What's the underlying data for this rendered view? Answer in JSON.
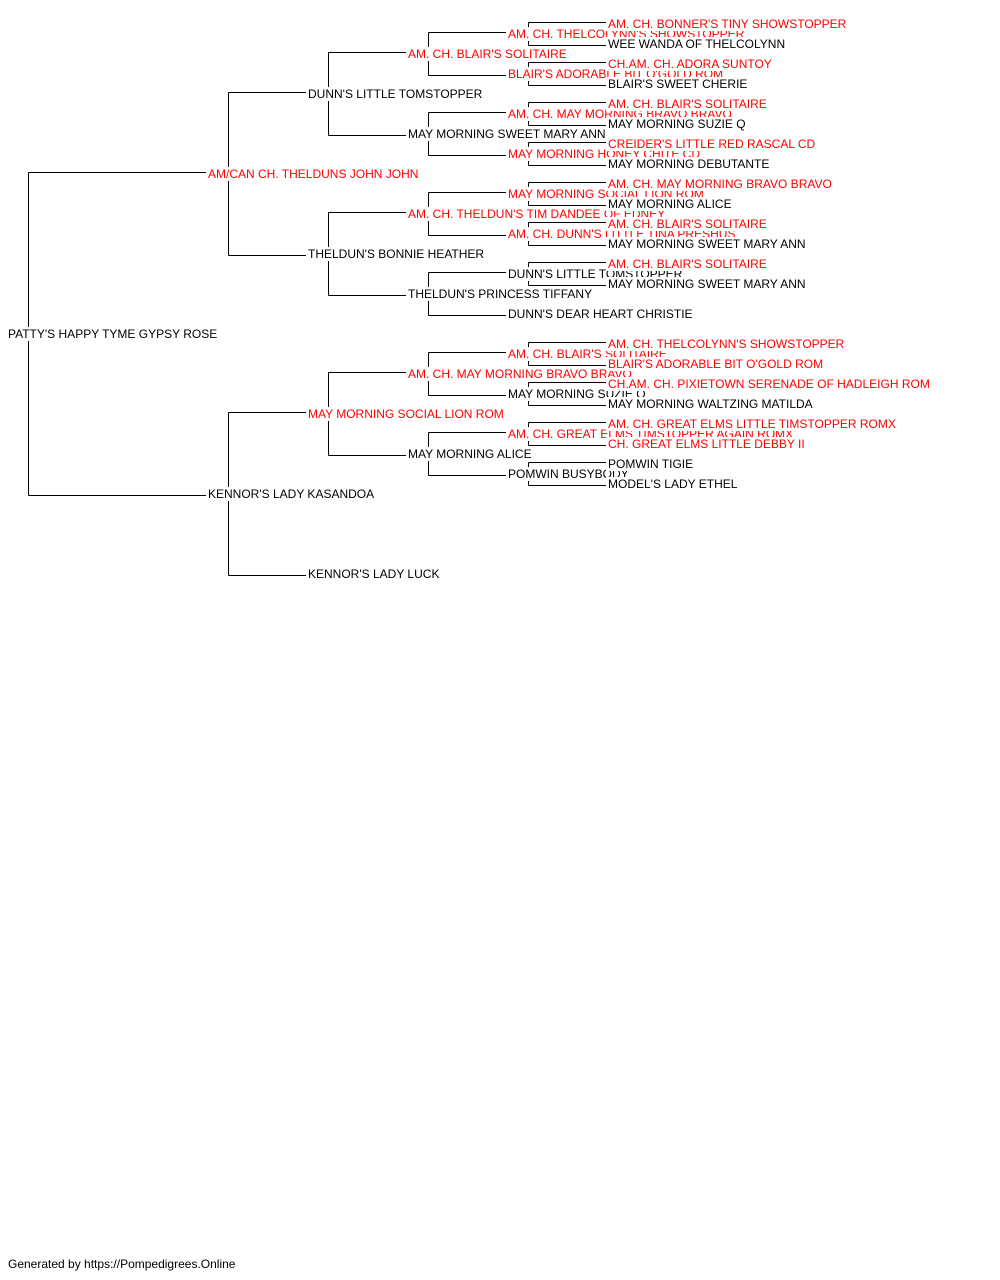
{
  "colors": {
    "champion": "#ff0000",
    "regular": "#000000",
    "line": "#000000"
  },
  "pedigree": {
    "name": "PATTY'S HAPPY TYME GYPSY ROSE",
    "champion": false,
    "sire": {
      "name": "AM/CAN CH. THELDUNS JOHN JOHN",
      "champion": true,
      "sire": {
        "name": "DUNN'S LITTLE TOMSTOPPER",
        "champion": false,
        "sire": {
          "name": "AM. CH. BLAIR'S SOLITAIRE",
          "champion": true,
          "sire": {
            "name": "AM. CH. THELCOLYNN'S SHOWSTOPPER",
            "champion": true,
            "sire": {
              "name": "AM. CH. BONNER'S TINY SHOWSTOPPER",
              "champion": true
            },
            "dam": {
              "name": "WEE WANDA OF THELCOLYNN",
              "champion": false
            }
          },
          "dam": {
            "name": "BLAIR'S ADORABLE BIT O'GOLD ROM",
            "champion": true,
            "sire": {
              "name": "CH.AM. CH. ADORA SUNTOY",
              "champion": true
            },
            "dam": {
              "name": "BLAIR'S SWEET CHERIE",
              "champion": false
            }
          }
        },
        "dam": {
          "name": "MAY MORNING SWEET MARY ANN",
          "champion": false,
          "sire": {
            "name": "AM. CH. MAY MORNING BRAVO BRAVO",
            "champion": true,
            "sire": {
              "name": "AM. CH. BLAIR'S SOLITAIRE",
              "champion": true
            },
            "dam": {
              "name": "MAY MORNING SUZIE Q",
              "champion": false
            }
          },
          "dam": {
            "name": "MAY MORNING HONEY CHITE CD",
            "champion": true,
            "sire": {
              "name": "CREIDER'S LITTLE RED RASCAL CD",
              "champion": true
            },
            "dam": {
              "name": "MAY MORNING DEBUTANTE",
              "champion": false
            }
          }
        }
      },
      "dam": {
        "name": "THELDUN'S BONNIE HEATHER",
        "champion": false,
        "sire": {
          "name": "AM. CH. THELDUN'S TIM DANDEE OF EDNEY",
          "champion": true,
          "sire": {
            "name": "MAY MORNING SOCIAL LION ROM",
            "champion": true,
            "sire": {
              "name": "AM. CH. MAY MORNING BRAVO BRAVO",
              "champion": true
            },
            "dam": {
              "name": "MAY MORNING ALICE",
              "champion": false
            }
          },
          "dam": {
            "name": "AM. CH. DUNN'S LITTLE TINA PRESHUS",
            "champion": true,
            "sire": {
              "name": "AM. CH. BLAIR'S SOLITAIRE",
              "champion": true
            },
            "dam": {
              "name": "MAY MORNING SWEET MARY ANN",
              "champion": false
            }
          }
        },
        "dam": {
          "name": "THELDUN'S PRINCESS TIFFANY",
          "champion": false,
          "sire": {
            "name": "DUNN'S LITTLE TOMSTOPPER",
            "champion": false,
            "sire": {
              "name": "AM. CH. BLAIR'S SOLITAIRE",
              "champion": true
            },
            "dam": {
              "name": "MAY MORNING SWEET MARY ANN",
              "champion": false
            }
          },
          "dam": {
            "name": "DUNN'S DEAR HEART CHRISTIE",
            "champion": false
          }
        }
      }
    },
    "dam": {
      "name": "KENNOR'S LADY KASANDOA",
      "champion": false,
      "sire": {
        "name": "MAY MORNING SOCIAL LION ROM",
        "champion": true,
        "sire": {
          "name": "AM. CH. MAY MORNING BRAVO BRAVO",
          "champion": true,
          "sire": {
            "name": "AM. CH. BLAIR'S SOLITAIRE",
            "champion": true,
            "sire": {
              "name": "AM. CH. THELCOLYNN'S SHOWSTOPPER",
              "champion": true
            },
            "dam": {
              "name": "BLAIR'S ADORABLE BIT O'GOLD ROM",
              "champion": true
            }
          },
          "dam": {
            "name": "MAY MORNING SUZIE Q",
            "champion": false,
            "sire": {
              "name": "CH.AM. CH. PIXIETOWN SERENADE OF HADLEIGH ROM",
              "champion": true
            },
            "dam": {
              "name": "MAY MORNING WALTZING MATILDA",
              "champion": false
            }
          }
        },
        "dam": {
          "name": "MAY MORNING ALICE",
          "champion": false,
          "sire": {
            "name": "AM. CH. GREAT ELMS TIMSTOPPER AGAIN ROMX",
            "champion": true,
            "sire": {
              "name": "AM. CH. GREAT ELMS LITTLE TIMSTOPPER ROMX",
              "champion": true
            },
            "dam": {
              "name": "CH. GREAT ELMS LITTLE DEBBY II",
              "champion": true
            }
          },
          "dam": {
            "name": "POMWIN BUSYBODY",
            "champion": false,
            "sire": {
              "name": "POMWIN TIGIE",
              "champion": false
            },
            "dam": {
              "name": "MODEL'S LADY ETHEL",
              "champion": false
            }
          }
        }
      },
      "dam": {
        "name": "KENNOR'S LADY LUCK",
        "champion": false
      }
    }
  },
  "footer": {
    "credit": "Generated by https://Pompedigrees.Online"
  }
}
